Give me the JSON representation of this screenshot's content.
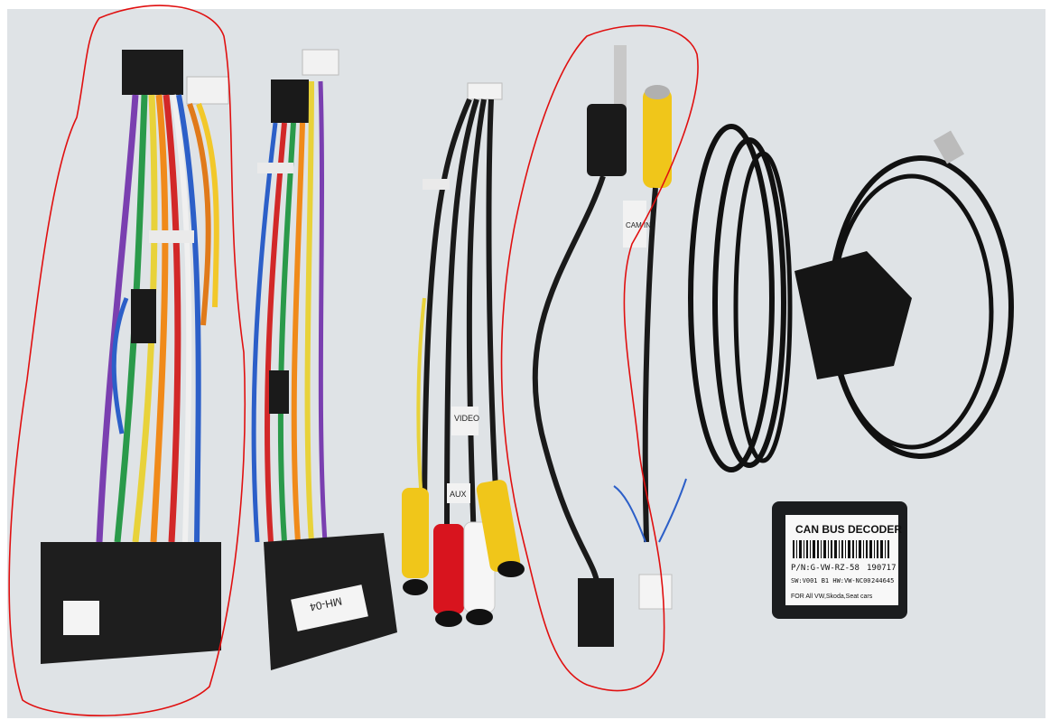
{
  "photo": {
    "background_color": "#dfe3e6",
    "annotation_color": "#e01010"
  },
  "decoder": {
    "title": "CAN BUS DECODER",
    "part_number": "P/N:G-VW-RZ-58",
    "date_code": "190717",
    "line_one_left": "SW:V001 B1 HW:VW-NC00",
    "line_one_right": "244645",
    "compat": "FOR All VW,Skoda,Seat cars"
  },
  "connector_tags": {
    "main_plug": "MH-04",
    "aux_tag": "AUX",
    "video_tag": "VIDEO",
    "cam_tag": "CAM IN"
  }
}
